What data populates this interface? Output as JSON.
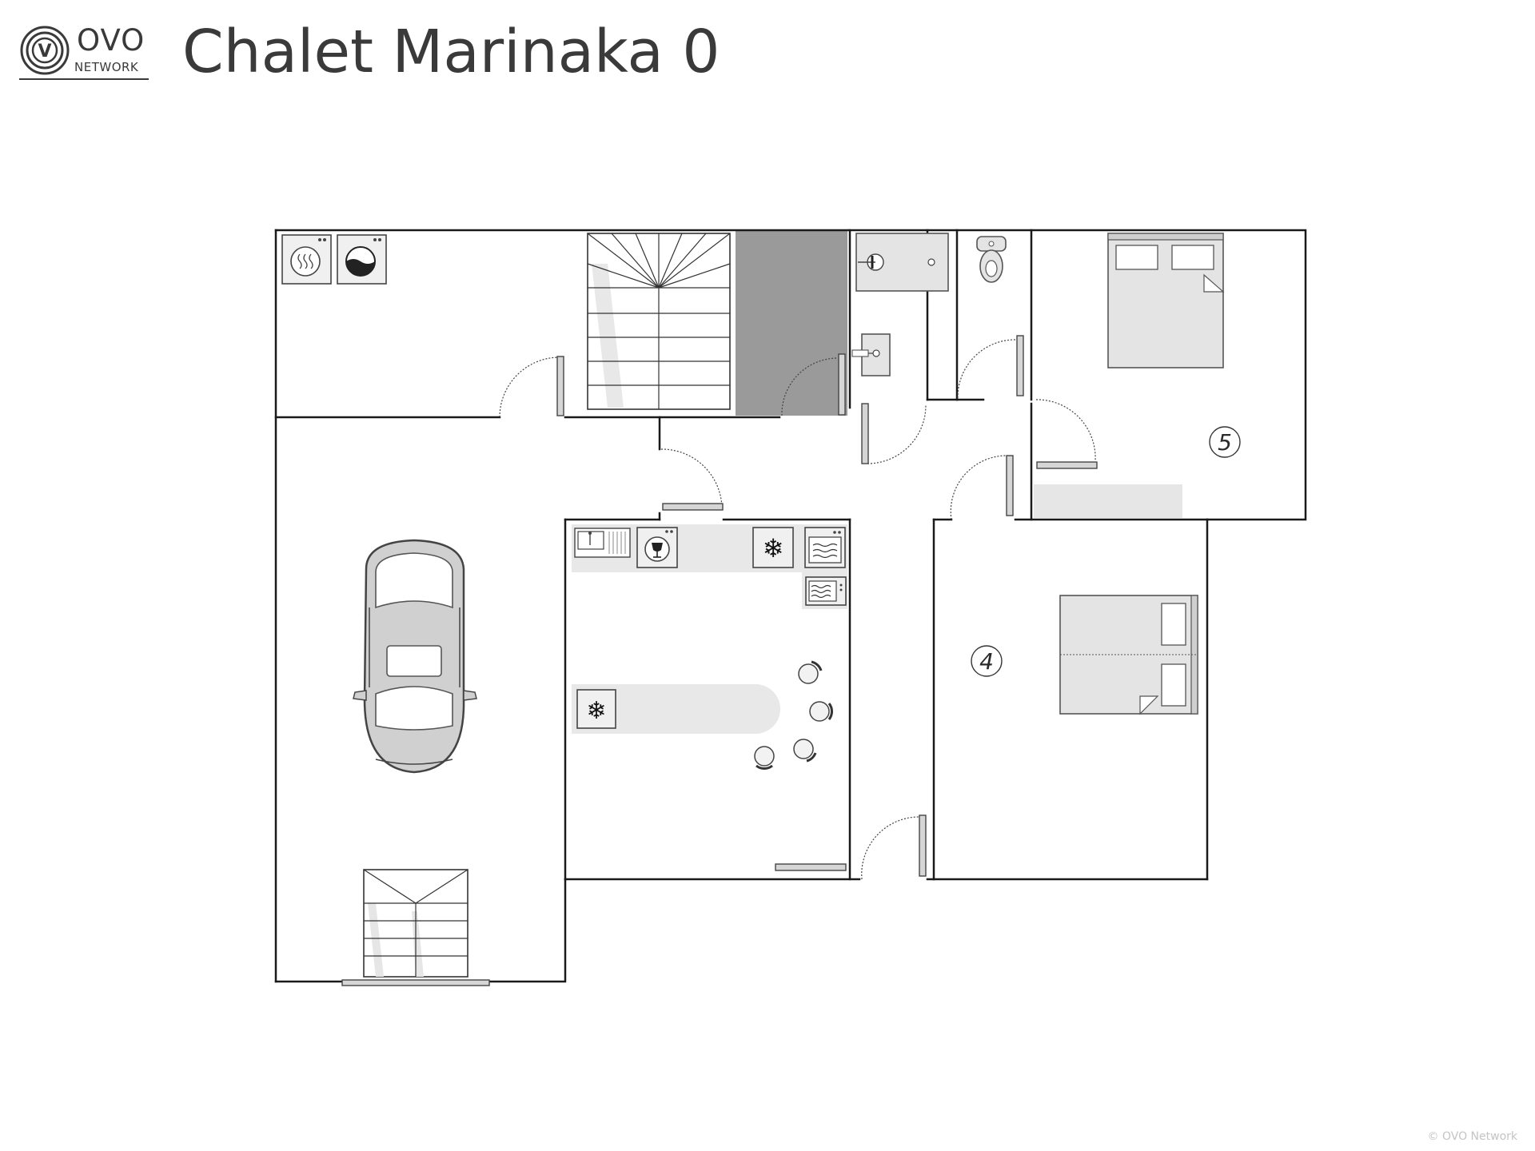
{
  "header": {
    "title": "Chalet Marinaka 0",
    "logo": {
      "ovo": "OVO",
      "network": "NETWORK",
      "badge": "V"
    }
  },
  "plan": {
    "rooms": [
      {
        "id": "room-5",
        "label": "5"
      },
      {
        "id": "room-4",
        "label": "4"
      }
    ],
    "icons": {
      "washer": "washing-machine-icon",
      "dryer": "dryer-icon",
      "freezer": "snowflake-icon",
      "wine": "wine-cooler-icon",
      "oven": "oven-icon",
      "microwave": "microwave-icon",
      "car": "car-icon"
    },
    "colors": {
      "wall": "#1a1a1a",
      "fixture_fill": "#e4e4e4",
      "fixture_stroke": "#555555",
      "stair_shade": "#9a9a9a",
      "counter": "#e8e8e8"
    }
  },
  "footer": {
    "copyright": "© OVO Network"
  }
}
